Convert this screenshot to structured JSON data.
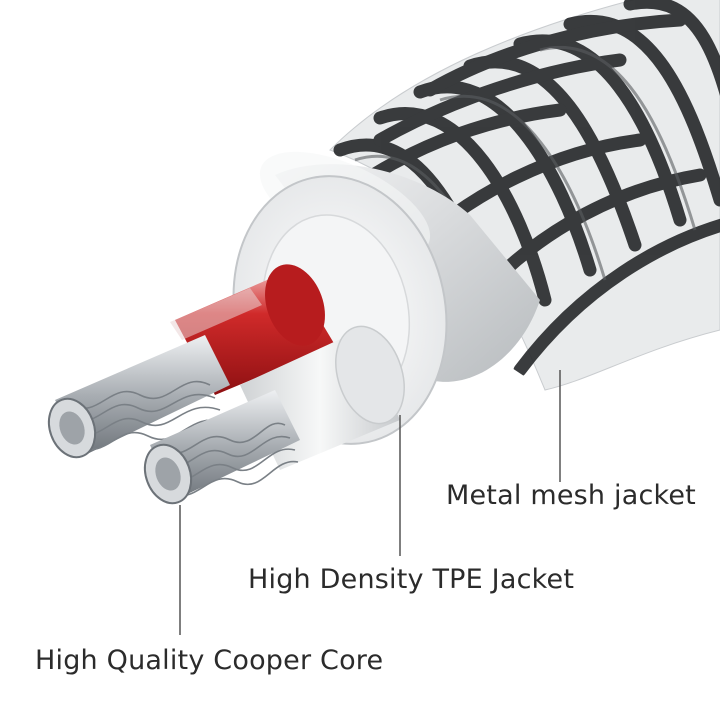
{
  "labels": {
    "metal_mesh_jacket": "Metal mesh jacket",
    "tpe_jacket": "High Density TPE Jacket",
    "copper_core": "High Quality Cooper Core"
  },
  "colors": {
    "background": "#ffffff",
    "label_text": "#2b2b2b",
    "leader_line": "#555555",
    "braid_dark": "#2a2c2e",
    "inner_sheath": "#d8dadc",
    "tpe_white": "#eceeef",
    "red_insulation": "#c8191b",
    "strand_silver": "#b9bec3"
  },
  "icons": {
    "illustration": "braided-cable-cross-section"
  }
}
